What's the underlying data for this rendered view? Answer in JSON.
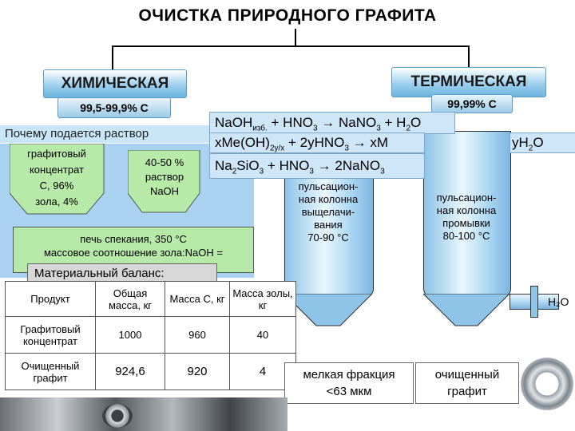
{
  "title": "ОЧИСТКА ПРИРОДНОГО ГРАФИТА",
  "branches": {
    "chemical": {
      "label": "ХИМИЧЕСКАЯ",
      "purity": "99,5-99,9% С"
    },
    "thermal": {
      "label": "ТЕРМИЧЕСКАЯ",
      "purity": "99,99% С"
    }
  },
  "question": "Почему подается раствор",
  "feed": {
    "concentrate": [
      "графитовый",
      "концентрат",
      "С, 96%",
      "зола, 4%"
    ],
    "solution": [
      "40-50 %",
      "раствор",
      "NaOH"
    ]
  },
  "furnace": [
    "печь спекания, 350 °С",
    "массовое соотношение зола:NaOH ="
  ],
  "equations": [
    {
      "lhs_main": "NaOH",
      "lhs_sub": "изб.",
      "rhs": " + HNO",
      "rhs_sub": "3",
      "arrow": " → NaNO",
      "arrow_sub": "3",
      "tail": " + H",
      "tail_sub": "2",
      "tail2": "O"
    },
    {
      "text_a": "xMe(OH)",
      "sub_a": "2y/x",
      "text_b": " + 2yHNO",
      "sub_b": "3",
      "text_c": " → xM",
      "end": "yH",
      "end_sub": "2",
      "end2": "O"
    },
    {
      "text_a": "Na",
      "sub_a": "2",
      "text_b": "SiO",
      "sub_b": "3",
      "text_c": " + HNO",
      "sub_c": "3",
      "text_d": " → 2NaNO",
      "sub_d": "3"
    }
  ],
  "columns": {
    "leaching": [
      "пульсацион-",
      "ная колонна",
      "выщелачи-",
      "вания",
      "70-90 °С"
    ],
    "washing": [
      "пульсацион-",
      "ная колонна",
      "промывки",
      "80-100 °С"
    ]
  },
  "water_label": "H₂O",
  "balance": {
    "title": "Материальный баланс:",
    "headers": [
      "Продукт",
      "Общая масса, кг",
      "Масса С, кг",
      "Масса золы, кг"
    ],
    "rows": [
      [
        "Графитовый концентрат",
        "1000",
        "960",
        "40"
      ],
      [
        "Очищенный графит",
        "924,6",
        "920",
        "4"
      ]
    ]
  },
  "outputs": {
    "fine": [
      "мелкая фракция",
      "<63 мкм"
    ],
    "purified": [
      "очищенный",
      "графит"
    ]
  },
  "colors": {
    "panel_blue": "#a9d2f0",
    "label_green": "#b7e9a8",
    "equation_bg": "#cfe6f8"
  }
}
